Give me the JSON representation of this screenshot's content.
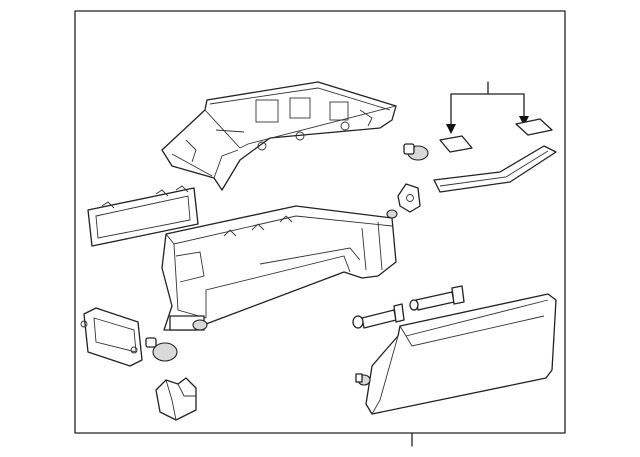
{
  "diagram": {
    "parts": [
      {
        "name": "upper-glove-box-frame"
      },
      {
        "name": "glove-box-housing"
      },
      {
        "name": "glove-box-door"
      },
      {
        "name": "door-trim-strip"
      },
      {
        "name": "pads"
      },
      {
        "name": "bumper-stopper"
      },
      {
        "name": "damper"
      },
      {
        "name": "latch-plate"
      },
      {
        "name": "hinge-bracket"
      },
      {
        "name": "vent-duct"
      },
      {
        "name": "clip-stopper"
      },
      {
        "name": "bolt-short"
      },
      {
        "name": "bolt-long"
      },
      {
        "name": "retainer-clip"
      }
    ]
  }
}
